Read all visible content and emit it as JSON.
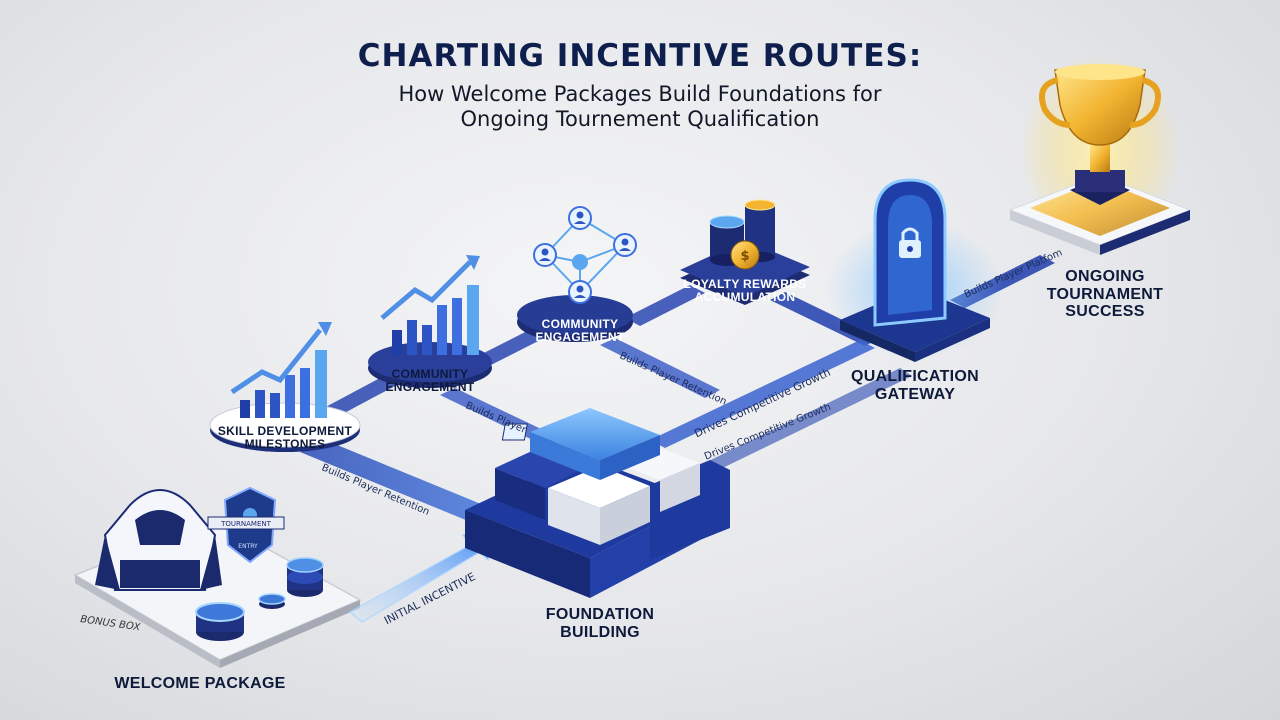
{
  "title": "CHARTING INCENTIVE ROUTES:",
  "subtitle_line1": "How Welcome Packages Build Foundations for",
  "subtitle_line2": "Ongoing Tournement Qualification",
  "nodes": {
    "welcome_package": "WELCOME PACKAGE",
    "bonus_box": "BONUS BOX",
    "tournament_badge": "TOURNAMENT",
    "tournament_badge_sub": "ENTRY",
    "foundation_building_line1": "FOUNDATION",
    "foundation_building_line2": "BUILDING",
    "skill_development_line1": "SKILL DEVELOPMENT",
    "skill_development_line2": "MILESTONES",
    "community_engagement_1_line1": "COMMUNITY",
    "community_engagement_1_line2": "ENGAGEMENT",
    "community_engagement_2_line1": "COMMUNITY",
    "community_engagement_2_line2": "ENGAGEMENT",
    "loyalty_rewards_line1": "LOYALTY REWARDS",
    "loyalty_rewards_line2": "ACCUMULATION",
    "qualification_gateway_line1": "QUALIFICATION",
    "qualification_gateway_line2": "GATEWAY",
    "ongoing_success_line1": "ONGOING",
    "ongoing_success_line2": "TOURNAMENT",
    "ongoing_success_line3": "SUCCESS"
  },
  "path_labels": {
    "initial_incentive": "INITIAL INCENTIVE",
    "builds_retention_lower": "Builds Player Retention",
    "builds_player": "Builds Player",
    "builds_retention_upper": "Builds Player Retention",
    "drives_growth_1": "Drives Competitive Growth",
    "drives_growth_2": "Drives Competitive Growth",
    "builds_platform": "Builds Player Platfom"
  },
  "colors": {
    "navy": "#1a2a6c",
    "royal": "#2444a8",
    "sky": "#5aa7f0",
    "glow": "#7fc4ff",
    "gold": "#f2b431",
    "text": "#0d1a3a"
  }
}
